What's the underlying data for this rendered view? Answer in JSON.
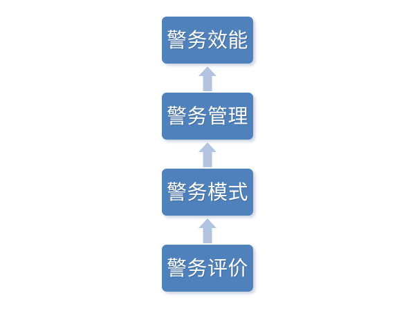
{
  "diagram": {
    "type": "vertical-flow-chart",
    "background_color": "#ffffff",
    "node_fill_color": "#4f81bd",
    "node_text_color": "#ffffff",
    "arrow_color": "#b3c4e0",
    "direction": "bottom-to-top",
    "nodes": [
      {
        "id": "efficiency",
        "label": "警务效能",
        "order": 4
      },
      {
        "id": "management",
        "label": "警务管理",
        "order": 3
      },
      {
        "id": "mode",
        "label": "警务模式",
        "order": 2
      },
      {
        "id": "evaluation",
        "label": "警务评价",
        "order": 1
      }
    ],
    "arrows": [
      {
        "id": "management-to-efficiency",
        "from": "management",
        "to": "efficiency",
        "icon": "arrow-up-icon"
      },
      {
        "id": "mode-to-management",
        "from": "mode",
        "to": "management",
        "icon": "arrow-up-icon"
      },
      {
        "id": "evaluation-to-mode",
        "from": "evaluation",
        "to": "mode",
        "icon": "arrow-up-icon"
      }
    ]
  }
}
